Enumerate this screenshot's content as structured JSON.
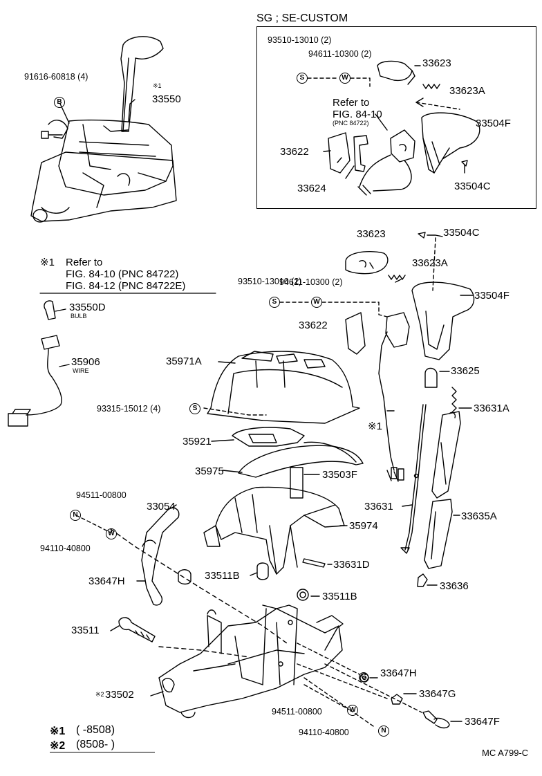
{
  "inset": {
    "title": "SG ; SE-CUSTOM"
  },
  "labels": {
    "top_91616": "91616-60818 (4)",
    "top_33550": "33550",
    "top_mark1": "※1",
    "in_93510": "93510-13010 (2)",
    "in_94611": "94611-10300 (2)",
    "in_33623": "33623",
    "in_33623A": "33623A",
    "in_refer": "Refer to",
    "in_fig": "FIG. 84-10",
    "in_pnc": "(PNC 84722)",
    "in_33504F": "33504F",
    "in_33622": "33622",
    "in_33624": "33624",
    "in_33504C": "33504C",
    "m_33623": "33623",
    "m_33504C": "33504C",
    "m_93510": "93510-13010 (2)",
    "m_33623A": "33623A",
    "m_94611": "94611-10300 (2)",
    "m_33504F": "33504F",
    "m_33622": "33622",
    "m_33625": "33625",
    "m_33631A": "33631A",
    "m_mark1": "※1",
    "m_35971A": "35971A",
    "m_93315": "93315-15012 (4)",
    "m_35921": "35921",
    "m_35975": "35975",
    "m_33503F": "33503F",
    "m_94511a": "94511-00800",
    "m_33054": "33054",
    "m_35974": "35974",
    "m_94110a": "94110-40800",
    "m_33631": "33631",
    "m_33635A": "33635A",
    "m_33647H": "33647H",
    "m_33511B_a": "33511B",
    "m_33631D": "33631D",
    "m_33511B_b": "33511B",
    "m_33636": "33636",
    "m_33511": "33511",
    "m_33647H_b": "33647H",
    "m_33647G": "33647G",
    "m_33502": "33502",
    "m_mark2": "※2",
    "m_94511b": "94511-00800",
    "m_33647F": "33647F",
    "m_94110b": "94110-40800",
    "left_33550D": "33550D",
    "left_bulb": "BULB",
    "left_35906": "35906",
    "left_wire": "WIRE"
  },
  "circles": {
    "B": "B",
    "S": "S",
    "W": "W",
    "N": "N",
    "C": "C"
  },
  "note": {
    "mark": "※1",
    "line1": "Refer to",
    "line2": "FIG. 84-10 (PNC 84722)",
    "line3": "FIG. 84-12 (PNC 84722E)"
  },
  "footer": {
    "mark1": "※1",
    "range1": "(      -8508)",
    "mark2": "※2",
    "range2": "(8508-       )"
  },
  "code": "MC A799-C"
}
